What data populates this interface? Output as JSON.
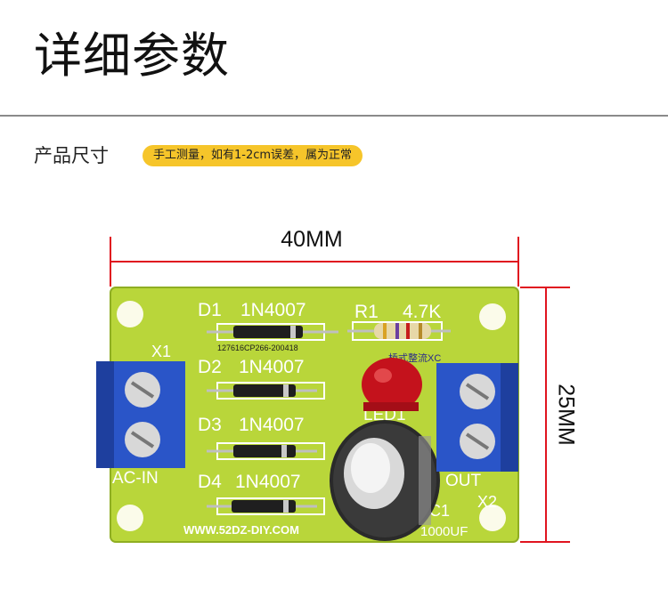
{
  "header": {
    "title": "详细参数"
  },
  "size_section": {
    "label": "产品尺寸",
    "note": "手工测量，如有1-2cm误差，属为正常"
  },
  "dimensions": {
    "width_label": "40MM",
    "height_label": "25MM"
  },
  "pcb": {
    "d1": "D1",
    "d1_part": "1N4007",
    "d2": "D2",
    "d2_part": "1N4007",
    "d3": "D3",
    "d3_part": "1N4007",
    "d4": "D4",
    "d4_part": "1N4007",
    "r1": "R1",
    "r1_value": "4.7K",
    "x1": "X1",
    "x2": "X2",
    "ac_in": "AC-IN",
    "out": "OUT",
    "led": "LED1",
    "cap": "C1",
    "cap_value": "1000UF",
    "serial": "127616CP266-200418",
    "brand": "桥式整流XC",
    "website": "WWW.52DZ-DIY.COM"
  },
  "colors": {
    "pcb_green": "#b9d63a",
    "dimension_red": "#e0141f",
    "terminal_blue": "#2a55c8",
    "badge_yellow": "#f6c52a"
  }
}
